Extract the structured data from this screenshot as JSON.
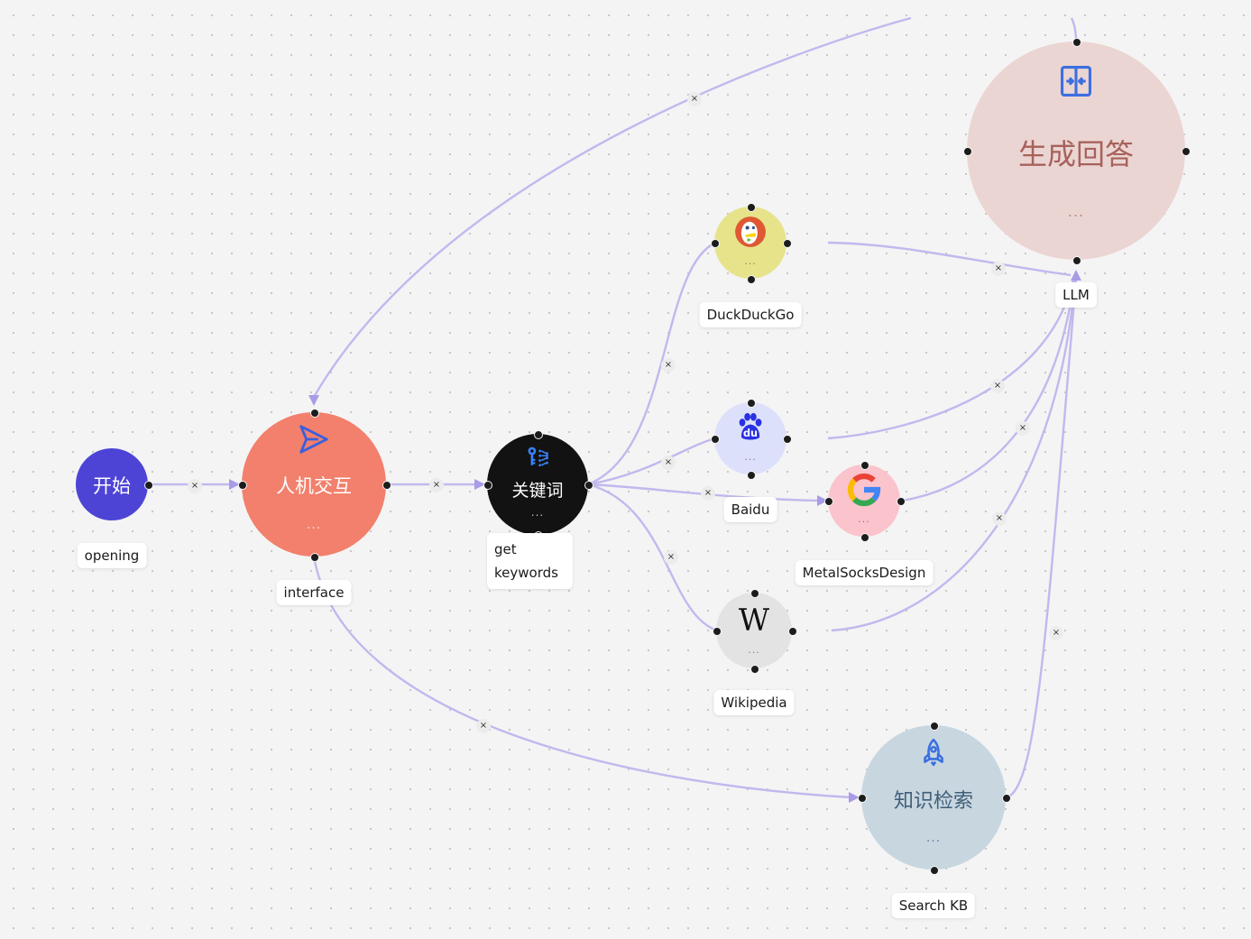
{
  "colors": {
    "edge": "#c2b8ee",
    "arrow": "#a99be6",
    "handle": "#1c1c1c"
  },
  "nodes": [
    {
      "id": "start",
      "title": "开始",
      "label": "opening",
      "icon": null,
      "more": null,
      "fill": "#4d44d6",
      "text_color": "#ffffff"
    },
    {
      "id": "interface",
      "title": "人机交互",
      "label": "interface",
      "icon": "send-icon",
      "more": "...",
      "fill": "#f2806c",
      "text_color": "#ffffff"
    },
    {
      "id": "keywords",
      "title": "关键词",
      "label": "get keywords",
      "icon": "keyword-icon",
      "more": "...",
      "fill": "#121212",
      "text_color": "#ffffff"
    },
    {
      "id": "duckduckgo",
      "title": "",
      "label": "DuckDuckGo",
      "icon": "duckduckgo-icon",
      "more": "...",
      "fill": "#e6e38a",
      "text_color": "#555555"
    },
    {
      "id": "baidu",
      "title": "",
      "label": "Baidu",
      "icon": "baidu-icon",
      "more": "...",
      "fill": "#dde0fa",
      "text_color": "#555555"
    },
    {
      "id": "google",
      "title": "",
      "label": "MetalSocksDesign",
      "icon": "google-icon",
      "more": "...",
      "fill": "#fbc3cc",
      "text_color": "#555555"
    },
    {
      "id": "wikipedia",
      "title": "",
      "label": "Wikipedia",
      "icon": "wikipedia-icon",
      "icon_text": "W",
      "more": "...",
      "fill": "#e3e3e3",
      "text_color": "#555555"
    },
    {
      "id": "llm",
      "title": "生成回答",
      "label": "LLM",
      "icon": "merge-icon",
      "more": "...",
      "fill": "#ebd5d3",
      "text_color": "#a7625c"
    },
    {
      "id": "kb",
      "title": "知识检索",
      "label": "Search KB",
      "icon": "rocket-icon",
      "more": "...",
      "fill": "#c8d6e0",
      "text_color": "#3f5f78"
    }
  ],
  "edges": [
    {
      "from": "start",
      "to": "interface"
    },
    {
      "from": "interface",
      "to": "keywords"
    },
    {
      "from": "llm",
      "to": "interface"
    },
    {
      "from": "keywords",
      "to": "duckduckgo"
    },
    {
      "from": "keywords",
      "to": "baidu"
    },
    {
      "from": "keywords",
      "to": "google"
    },
    {
      "from": "keywords",
      "to": "wikipedia"
    },
    {
      "from": "duckduckgo",
      "to": "llm"
    },
    {
      "from": "baidu",
      "to": "llm"
    },
    {
      "from": "google",
      "to": "llm"
    },
    {
      "from": "wikipedia",
      "to": "llm"
    },
    {
      "from": "interface",
      "to": "kb"
    },
    {
      "from": "kb",
      "to": "llm"
    }
  ],
  "edge_delete_symbol": "×"
}
